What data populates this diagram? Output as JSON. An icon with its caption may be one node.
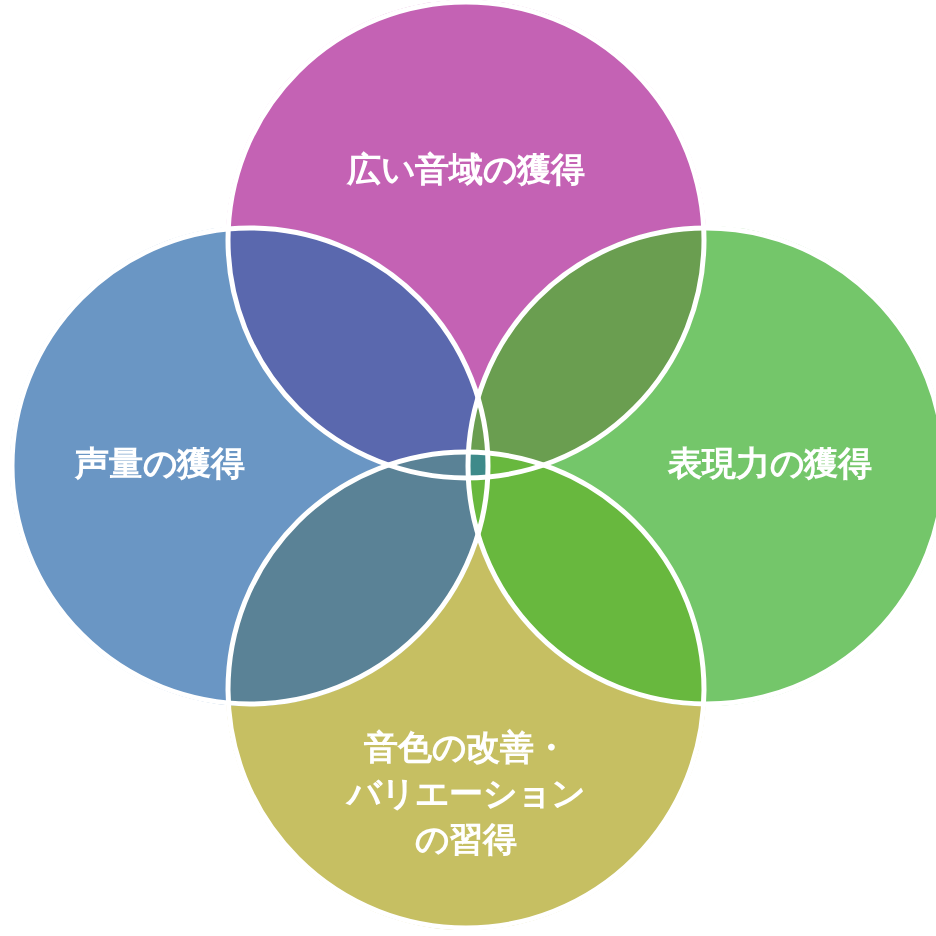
{
  "diagram": {
    "nodes": [
      {
        "text": [
          "広い音域の獲得"
        ]
      },
      {
        "text": [
          "声量の獲得"
        ]
      },
      {
        "text": [
          "表現力の獲得"
        ]
      },
      {
        "text": [
          "音色の改善・バリエーションの習得"
        ]
      }
    ],
    "edges": []
  }
}
